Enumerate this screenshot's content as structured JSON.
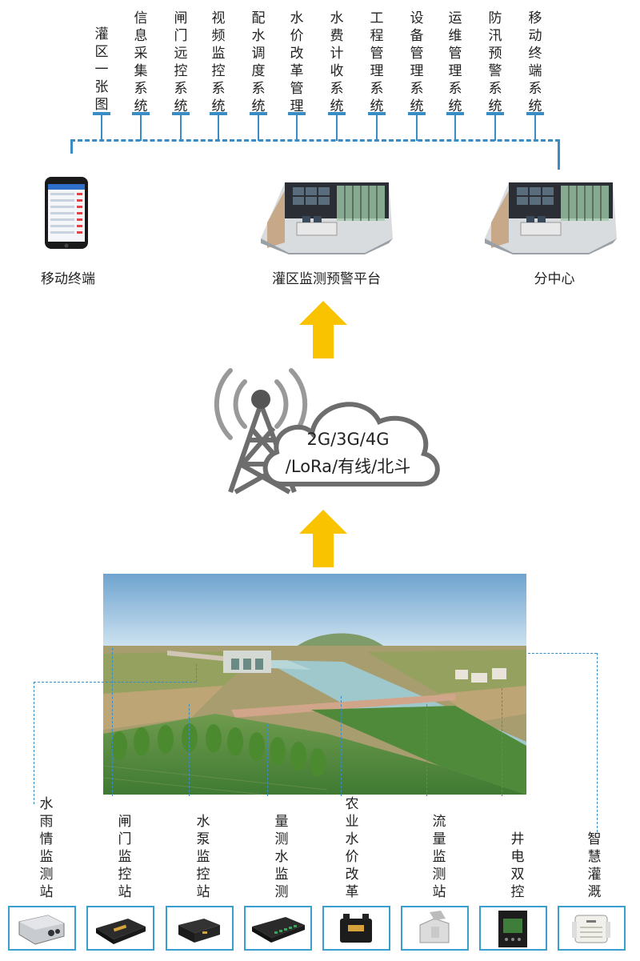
{
  "top_systems": [
    "灌区一张图",
    "信息采集系统",
    "闸门远控系统",
    "视频监控系统",
    "配水调度系统",
    "水价改革管理",
    "水费计收系统",
    "工程管理系统",
    "设备管理系统",
    "运维管理系统",
    "防汛预警系统",
    "移动终端系统"
  ],
  "nodes": {
    "mobile_label": "移动终端",
    "platform_label": "灌区监测预警平台",
    "subcenter_label": "分中心"
  },
  "network": {
    "line1": "2G/3G/4G",
    "line2": "/LoRa/有线/北斗"
  },
  "stations": [
    "水雨情监测站",
    "闸门监控站",
    "水泵监控站",
    "量测水监测",
    "农业水价改革",
    "流量监测站",
    "井电双控",
    "智慧灌溉"
  ],
  "colors": {
    "line_blue": "#3a8cc4",
    "arrow_yellow": "#f9c300",
    "tower_gray": "#777777"
  }
}
